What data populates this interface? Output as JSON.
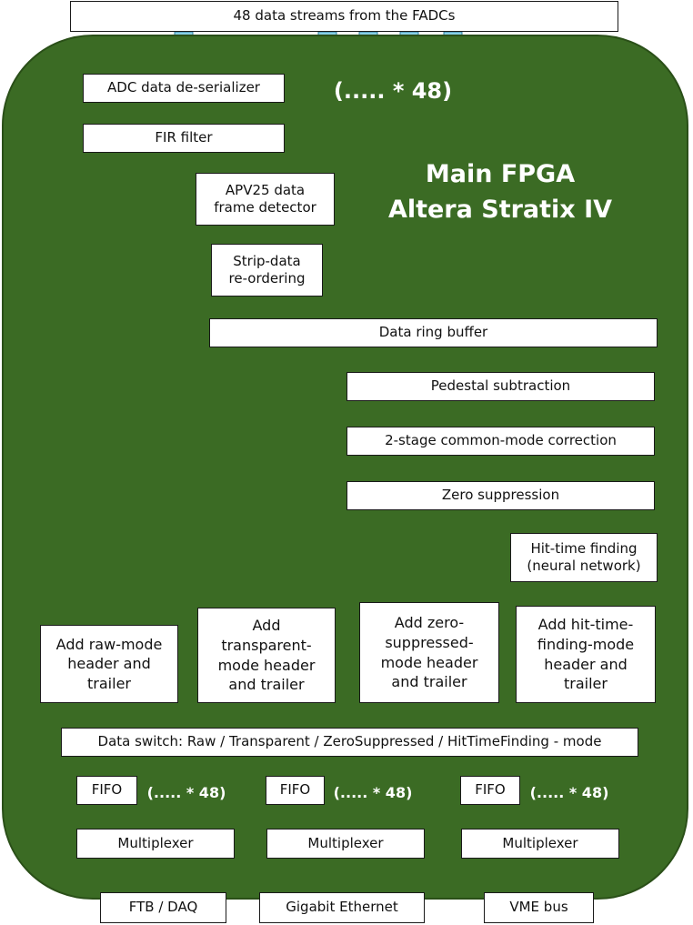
{
  "colors": {
    "fpga_fill": "#3b6b24",
    "fpga_border": "#2a4f18",
    "arrow_fill": "#87cee6",
    "arrow_stroke": "#2f7a9a",
    "box_fill": "#ffffff",
    "label_text": "#ffffff"
  },
  "input": {
    "label": "48 data streams from  the FADCs"
  },
  "fpga": {
    "title": "Main FPGA\nAltera Stratix IV"
  },
  "repeat_labels": {
    "input": "(..... * 48)",
    "fifo": "(..... * 48)"
  },
  "blocks": {
    "deserializer": "ADC data de-serializer",
    "fir_filter": "FIR filter",
    "apv25_detector": "APV25 data\nframe detector",
    "strip_reordering": "Strip-data\nre-ordering",
    "ring_buffer": "Data ring buffer",
    "pedestal": "Pedestal subtraction",
    "common_mode": "2-stage common-mode correction",
    "zero_suppression": "Zero suppression",
    "hit_time": "Hit-time finding\n(neural network)",
    "header_raw": "Add raw-mode\nheader and\ntrailer",
    "header_transparent": "Add\ntransparent-\nmode header\nand trailer",
    "header_zero": "Add zero-\nsuppressed-\nmode header\nand trailer",
    "header_hit": "Add hit-time-\nfinding-mode\nheader and\ntrailer",
    "data_switch": "Data switch: Raw / Transparent / ZeroSuppressed / HitTimeFinding - mode"
  },
  "fifo_label": "FIFO",
  "multiplexer_label": "Multiplexer",
  "outputs": [
    "FTB / DAQ",
    "Gigabit Ethernet",
    "VME bus"
  ]
}
